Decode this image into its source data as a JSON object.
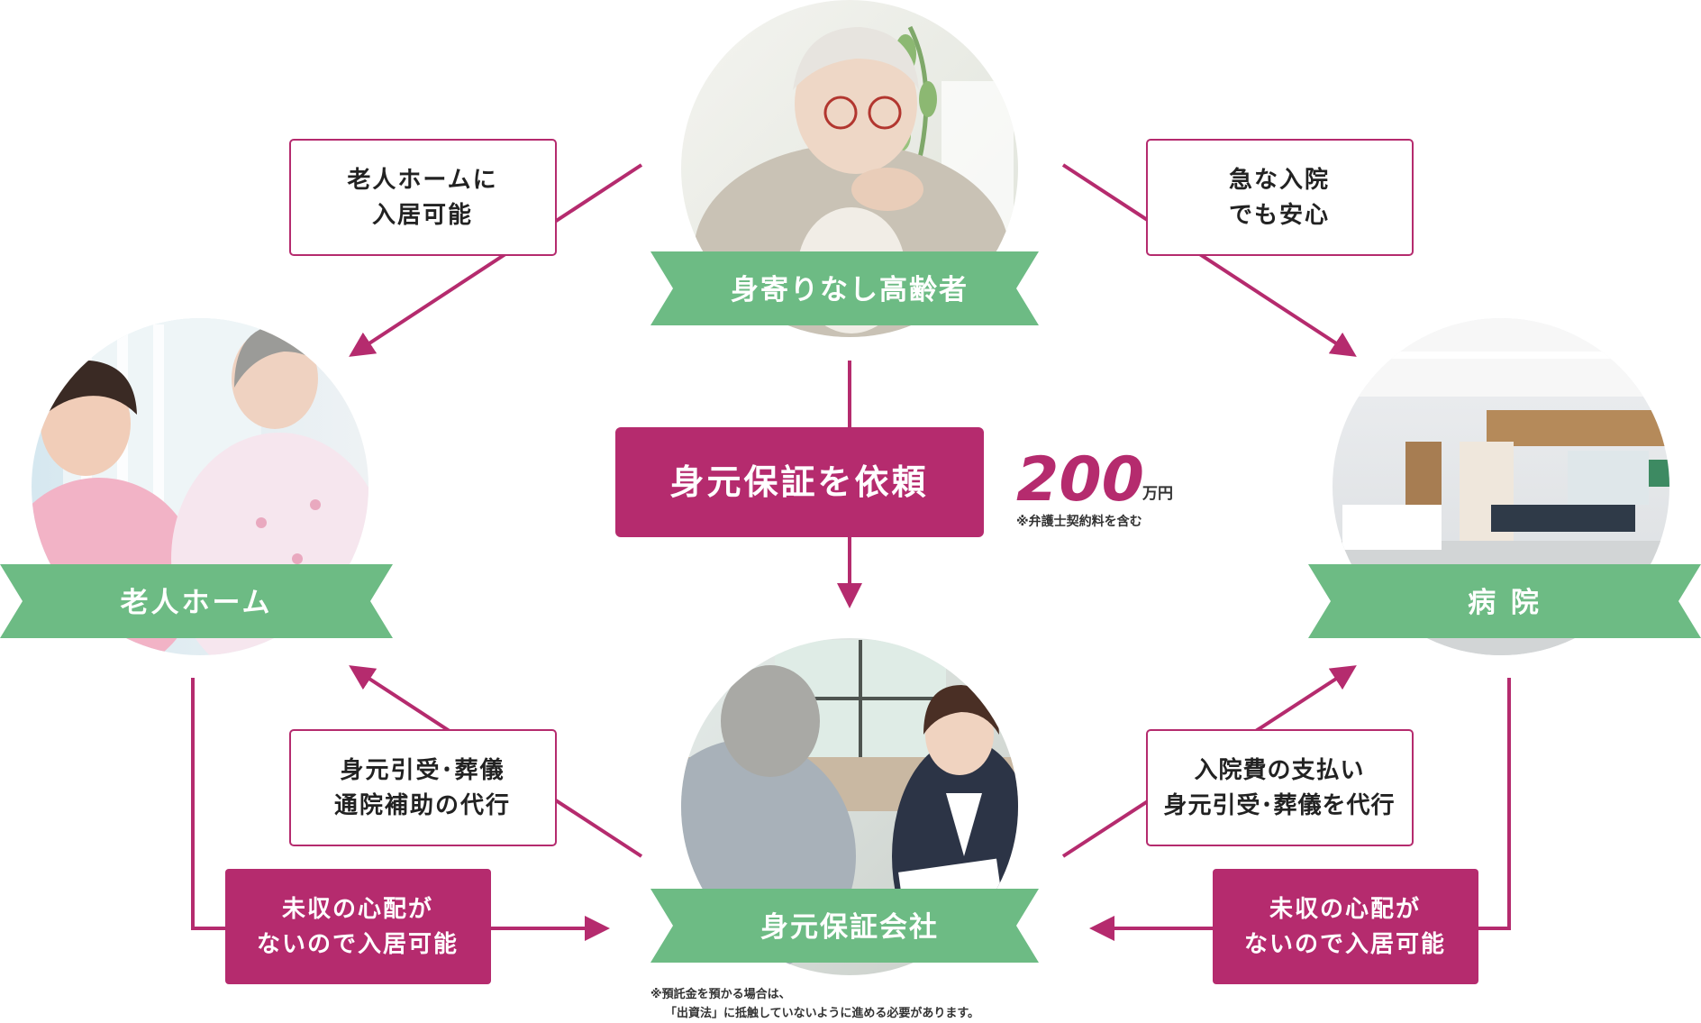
{
  "nodes": {
    "elderly": {
      "label": "身寄りなし高齢者",
      "image": "elderly woman thinking"
    },
    "nursing_home": {
      "label": "老人ホーム",
      "image": "caregiver with elderly woman"
    },
    "hospital": {
      "label": "病 院",
      "image": "hospital lobby"
    },
    "guarantor": {
      "label": "身元保証会社",
      "image": "consultation meeting"
    }
  },
  "request": {
    "label": "身元保証を依頼",
    "price": "200",
    "unit": "万円",
    "price_note": "※弁護士契約料を含む"
  },
  "edge_labels": {
    "elderly_to_home": [
      "老人ホームに",
      "入居可能"
    ],
    "elderly_to_hospital": [
      "急な入院",
      "でも安心"
    ],
    "guarantor_to_home": [
      "身元引受･葬儀",
      "通院補助の代行"
    ],
    "guarantor_to_hospital": [
      "入院費の支払い",
      "身元引受･葬儀を代行"
    ],
    "home_to_guarantor": [
      "未収の心配が",
      "ないので入居可能"
    ],
    "hospital_to_guarantor": [
      "未収の心配が",
      "ないので入居可能"
    ]
  },
  "footnote": [
    "※預託金を預かる場合は、",
    "「出資法」に抵触していないように進める必要があります。"
  ],
  "colors": {
    "magenta": "#b52b6e",
    "green": "#6dbb84",
    "box_border": "#b52b6e"
  }
}
